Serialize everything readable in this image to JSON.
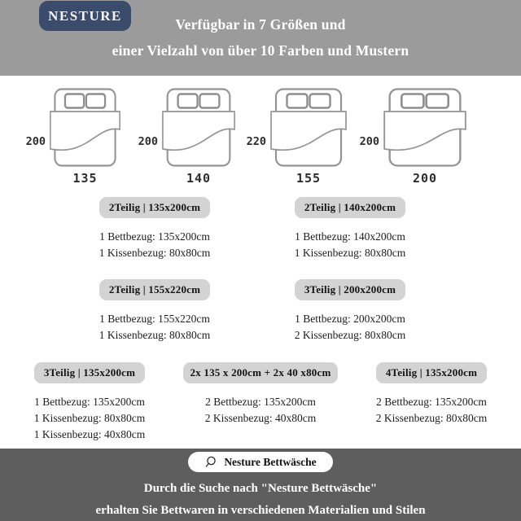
{
  "colors": {
    "top_band": "#9b9b9b",
    "bottom_band": "#5e5e5e",
    "logo_bg": "#3b4b6b",
    "badge_bg": "#d3d3d3",
    "bed_outline": "#949494"
  },
  "header": {
    "brand": "NESTURE",
    "title_line1": "Verfügbar in 7 Größen und",
    "title_line2": "einer Vielzahl von über 10 Farben und Mustern"
  },
  "beds": [
    {
      "side_label": "200",
      "bottom_label": "135"
    },
    {
      "side_label": "200",
      "bottom_label": "140"
    },
    {
      "side_label": "220",
      "bottom_label": "155"
    },
    {
      "side_label": "200",
      "bottom_label": "200"
    }
  ],
  "sets": [
    {
      "badge": "2Teilig | 135x200cm",
      "lines": [
        "1 Bettbezug: 135x200cm",
        "1 Kissenbezug: 80x80cm"
      ]
    },
    {
      "badge": "2Teilig | 140x200cm",
      "lines": [
        "1 Bettbezug: 140x200cm",
        "1 Kissenbezug: 80x80cm"
      ]
    },
    {
      "badge": "2Teilig | 155x220cm",
      "lines": [
        "1 Bettbezug: 155x220cm",
        "1 Kissenbezug: 80x80cm"
      ]
    },
    {
      "badge": "3Teilig | 200x200cm",
      "lines": [
        "1 Bettbezug: 200x200cm",
        "2 Kissenbezug: 80x80cm"
      ]
    },
    {
      "badge": "3Teilig | 135x200cm",
      "lines": [
        "1 Bettbezug: 135x200cm",
        "1 Kissenbezug: 80x80cm",
        "1 Kissenbezug: 40x80cm"
      ]
    },
    {
      "badge": "2x 135 x 200cm + 2x 40 x80cm",
      "lines": [
        "2 Bettbezug: 135x200cm",
        "2 Kissenbezug: 40x80cm"
      ]
    },
    {
      "badge": "4Teilig | 135x200cm",
      "lines": [
        "2 Bettbezug: 135x200cm",
        "2 Kissenbezug: 80x80cm"
      ]
    }
  ],
  "footer": {
    "search_icon": "magnifier",
    "search_label": "Nesture Bettwäsche",
    "line1": "Durch die Suche nach \"Nesture Bettwäsche\"",
    "line2": "erhalten Sie Bettwaren in verschiedenen Materialien und Stilen"
  }
}
